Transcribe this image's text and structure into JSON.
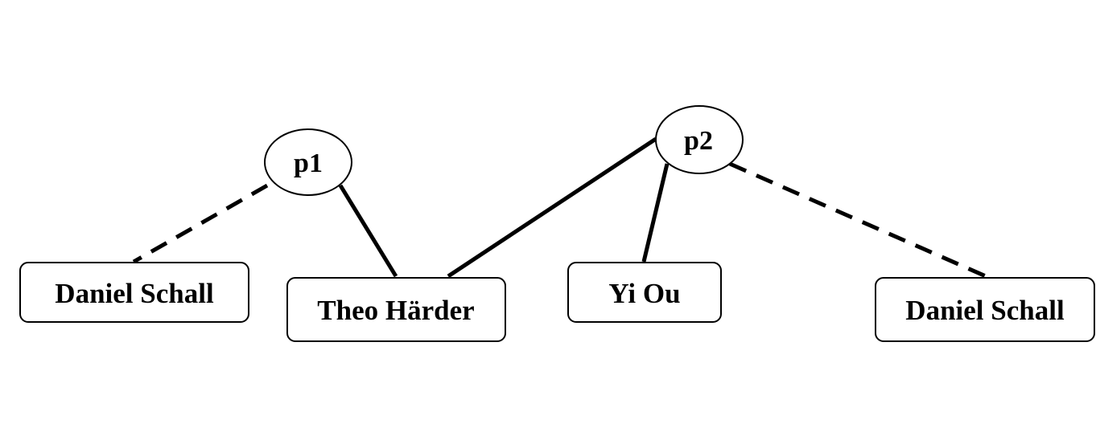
{
  "diagram": {
    "papers": [
      {
        "id": "p1",
        "label": "p1"
      },
      {
        "id": "p2",
        "label": "p2"
      }
    ],
    "authors": [
      {
        "id": "a1",
        "label": "Daniel Schall"
      },
      {
        "id": "a2",
        "label": "Theo Härder"
      },
      {
        "id": "a3",
        "label": "Yi Ou"
      },
      {
        "id": "a4",
        "label": "Daniel Schall"
      }
    ],
    "edges": [
      {
        "from": "p1",
        "to": "a1",
        "style": "dashed"
      },
      {
        "from": "p1",
        "to": "a2",
        "style": "solid"
      },
      {
        "from": "p2",
        "to": "a2",
        "style": "solid"
      },
      {
        "from": "p2",
        "to": "a3",
        "style": "solid"
      },
      {
        "from": "p2",
        "to": "a4",
        "style": "dashed"
      }
    ],
    "colors": {
      "stroke": "#000000",
      "fill": "#ffffff",
      "text": "#000000"
    }
  }
}
